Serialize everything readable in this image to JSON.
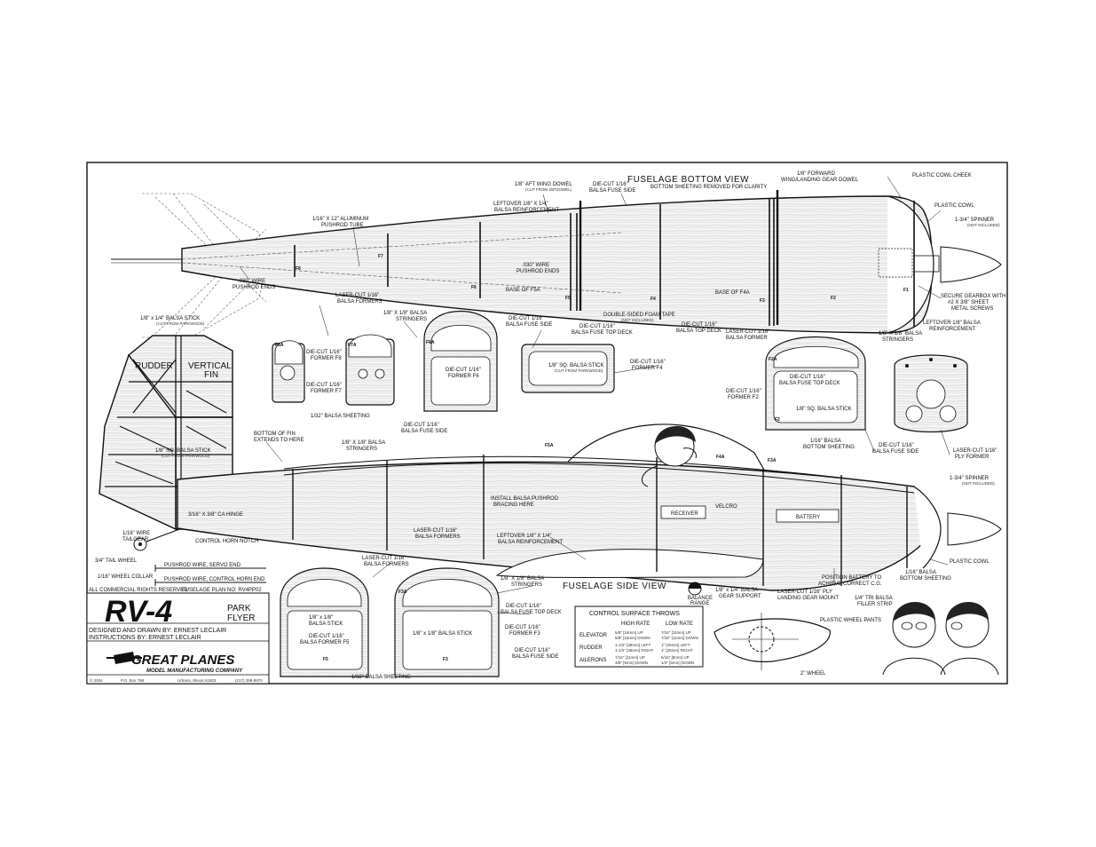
{
  "views": {
    "bottom_title": "FUSELAGE BOTTOM VIEW",
    "bottom_note": "BOTTOM SHEETING REMOVED FOR CLARITY",
    "side_title": "FUSELAGE SIDE VIEW"
  },
  "tail": {
    "rudder": "RUDDER",
    "fin_1": "VERTICAL",
    "fin_2": "FIN"
  },
  "labels": {
    "pushrod_tube_1": "1/16\" X 12\" ALUMINUM",
    "pushrod_tube_2": "PUSHROD TUBE",
    "wire_pushrod_ends_a_1": ".030\" WIRE",
    "wire_pushrod_ends_a_2": "PUSHROD ENDS",
    "aft_dowel_1": "1/8\" AFT WING DOWEL",
    "aft_dowel_2": "(CUT FROM 3/8\"DOWEL)",
    "fuse_side_top_1": "DIE-CUT 1/16\"",
    "fuse_side_top_2": "BALSA FUSE SIDE",
    "leftover_1": "LEFTOVER 1/8\" X 1/4\"",
    "leftover_2": "BALSA REINFORCEMENT",
    "wire_pushrod_ends_b_1": ".030\" WIRE",
    "wire_pushrod_ends_b_2": "PUSHROD ENDS",
    "base_f5a": "BASE OF F5A",
    "foam_tape_1": "DOUBLE-SIDED FOAM TAPE",
    "foam_tape_2": "(NOT INCLUDED)",
    "top_deck_mid_1": "DIE-CUT 1/16\"",
    "top_deck_mid_2": "BALSA TOP DECK",
    "base_f4a": "BASE OF F4A",
    "fwd_dowel_1": "1/8\" FORWARD",
    "fwd_dowel_2": "WING/LANDING GEAR DOWEL",
    "cowl_cheek": "PLASTIC COWL CHEEK",
    "plastic_cowl_top": "PLASTIC COWL",
    "spinner_top_1": "1-3/4\" SPINNER",
    "spinner_top_2": "(NOT INCLUDED)",
    "gearbox_1": "SECURE GEARBOX WITH",
    "gearbox_2": "#2 X 3/8\" SHEET",
    "gearbox_3": "METAL SCREWS",
    "leftover_right_1": "LEFTOVER 1/8\" BALSA",
    "leftover_right_2": "REINFORCEMENT",
    "balsa_stick_tail_1": "1/8\" x 1/4\" BALSA STICK",
    "balsa_stick_tail_2": "(CUT FROM PARKWOOD)",
    "laser_formers_1": "LASER-CUT 1/16\"",
    "laser_formers_2": "BALSA FORMERS",
    "stringers_top_1": "1/8\" X 1/8\" BALSA",
    "stringers_top_2": "STRINGERS",
    "fuse_side_mid_1": "DIE-CUT 1/16\"",
    "fuse_side_mid_2": "BALSA FUSE SIDE",
    "fuse_top_deck_1": "DIE-CUT 1/16\"",
    "fuse_top_deck_2": "BALSA FUSE TOP DECK",
    "former_f8_1": "DIE-CUT 1/16\"",
    "former_f8_2": "FORMER F8",
    "former_f7_1": "DIE-CUT 1/16\"",
    "former_f7_2": "FORMER F7",
    "former_f6_1": "DIE-CUT 1/16\"",
    "former_f6_2": "FORMER F6",
    "sq_stick_1": "1/8\" SQ. BALSA STICK",
    "sq_stick_2": "(CUT FROM PARKWOOD)",
    "former_f4_1": "DIE-CUT 1/16\"",
    "former_f4_2": "FORMER F4",
    "sheeting_132": "1/32\" BALSA SHEETING",
    "fuse_side_low_1": "DIE-CUT 1/16\"",
    "fuse_side_low_2": "BALSA FUSE SIDE",
    "laser_former_r_1": "LASER-CUT 1/16\"",
    "laser_former_r_2": "BALSA FORMER",
    "stringers_r_1": "1/8\" X 1/8\" BALSA",
    "stringers_r_2": "STRINGERS",
    "top_deck_f2_1": "DIE-CUT 1/16\"",
    "top_deck_f2_2": "BALSA FUSE TOP DECK",
    "former_f2_1": "DIE-CUT 1/16\"",
    "former_f2_2": "FORMER F2",
    "sq_stick_r": "1/8\" SQ. BALSA STICK",
    "bottom_sheeting_r_1": "1/16\" BALSA",
    "bottom_sheeting_r_2": "BOTTOM SHEETING",
    "fuse_side_r_1": "DIE-CUT 1/16\"",
    "fuse_side_r_2": "BALSA FUSE SIDE",
    "ply_former_1": "LASER-CUT 1/16\"",
    "ply_former_2": "PLY FORMER",
    "fin_bottom_1": "BOTTOM OF FIN",
    "fin_bottom_2": "EXTENDS TO HERE",
    "sq_stick_tail_1": "1/8\" SQ. BALSA STICK",
    "sq_stick_tail_2": "(CUT FROM PARKWOOD)",
    "stringers_side_1": "1/8\" X 1/8\" BALSA",
    "stringers_side_2": "STRINGERS",
    "ca_hinge": "3/16\" X 3/8\" CA HINGE",
    "tailgear_1": "1/16\" WIRE",
    "tailgear_2": "TAILGEAR",
    "control_horn_notch": "CONTROL HORN NOTCH",
    "tail_wheel": "3/4\" TAIL WHEEL",
    "wheel_collar": "1/16\" WHEEL COLLAR",
    "pushrod_servo": "PUSHROD WIRE, SERVO END",
    "pushrod_horn": "PUSHROD WIRE, CONTROL HORN END",
    "install_pushrod_1": "INSTALL BALSA PUSHROD",
    "install_pushrod_2": "BRACING HERE",
    "laser_formers_side_1": "LASER-CUT 1/16\"",
    "laser_formers_side_2": "BALSA FORMERS",
    "leftover_side_1": "LEFTOVER 1/8\" X 1/4\"",
    "leftover_side_2": "BALSA REINFORCEMENT",
    "receiver": "RECEIVER",
    "velcro": "VELCRO",
    "battery": "BATTERY",
    "spinner_side_1": "1-3/4\" SPINNER",
    "spinner_side_2": "(NOT INCLUDED)",
    "plastic_cowl_side": "PLASTIC COWL",
    "bottom_sheeting_side_1": "1/16\" BALSA",
    "bottom_sheeting_side_2": "BOTTOM SHEETING",
    "position_battery_1": "POSITION BATTERY TO",
    "position_battery_2": "ACHIEVE CORRECT C.G.",
    "tri_strip_1": "1/4\" TRI BALSA",
    "tri_strip_2": "FILLER STRIP",
    "ply_mount_1": "LASER-CUT 1/16\" PLY",
    "ply_mount_2": "LANDING GEAR MOUNT",
    "gear_support_1": "1/8\" x 1/4\" BALSA",
    "gear_support_2": "GEAR SUPPORT",
    "balance_1": "BALANCE",
    "balance_2": "RANGE",
    "wheel_pants": "PLASTIC WHEEL PANTS",
    "wheel_2": "2\" WHEEL",
    "laser_formers_low_1": "LASER-CUT 1/16\"",
    "laser_formers_low_2": "BALSA FORMERS",
    "stringers_low_1": "1/8\" X 1/8\" BALSA",
    "stringers_low_2": "STRINGERS",
    "top_deck_low_1": "DIE-CUT 1/16\"",
    "top_deck_low_2": "BALSA FUSE TOP DECK",
    "former_f3_1": "DIE-CUT 1/16\"",
    "former_f3_2": "FORMER F3",
    "fuse_side_lowr_1": "DIE-CUT 1/16\"",
    "fuse_side_lowr_2": "BALSA FUSE SIDE",
    "balsa_stick_f5_1": "1/8\" x 1/8\"",
    "balsa_stick_f5_2": "BALSA STICK",
    "former_f5_1": "DIE-CUT 1/16\"",
    "former_f5_2": "BALSA FORMER F5",
    "balsa_stick_f3": "1/8\" x 1/8\" BALSA STICK",
    "sheeting_132_low": "1/32\" BALSA SHEETING"
  },
  "parts": {
    "f1": "F1",
    "f2": "F2",
    "f2a": "F2A",
    "f3": "F3",
    "f3a": "F3A",
    "f4": "F4",
    "f4a": "F4A",
    "f5": "F5",
    "f5a": "F5A",
    "f6": "F6",
    "f6a": "F6A",
    "f7": "F7",
    "f7a": "F7A",
    "f8": "F8",
    "f8a": "F8A"
  },
  "title_block": {
    "rights": "ALL COMMERCIAL RIGHTS RESERVED",
    "plan_no": "FUSELAGE PLAN NO: RV4PP02",
    "model": "RV-4",
    "sub_1": "PARK",
    "sub_2": "FLYER",
    "designed": "DESIGNED AND DRAWN BY: ERNEST LECLAIR",
    "instructions": "INSTRUCTIONS BY: ERNEST LECLAIR",
    "brand": "GREAT PLANES",
    "brand_sub": "MODEL MANUFACTURING COMPANY",
    "copyright": "© 2004",
    "po": "P.O. Box 788",
    "city": "Urbana, Illinois 61803",
    "phone": "(217) 398-8970"
  },
  "throws": {
    "title": "CONTROL SURFACE THROWS",
    "col_high": "HIGH RATE",
    "col_low": "LOW RATE",
    "rows": [
      {
        "name": "ELEVATOR",
        "high_1": "5/8\" [16mm] UP",
        "high_2": "5/8\" [16mm] DOWN",
        "low_1": "7/16\" [11mm] UP",
        "low_2": "7/16\" [11mm] DOWN"
      },
      {
        "name": "RUDDER",
        "high_1": "1-1/2\" [38mm] LEFT",
        "high_2": "1-1/2\" [38mm] RIGHT",
        "low_1": "1\" [25mm] LEFT",
        "low_2": "1\" [25mm] RIGHT"
      },
      {
        "name": "AILERONS",
        "high_1": "7/16\" [11mm] UP",
        "high_2": "3/8\" [9mm] DOWN",
        "low_1": "5/16\" [8mm] UP",
        "low_2": "1/4\" [6mm] DOWN"
      }
    ]
  }
}
